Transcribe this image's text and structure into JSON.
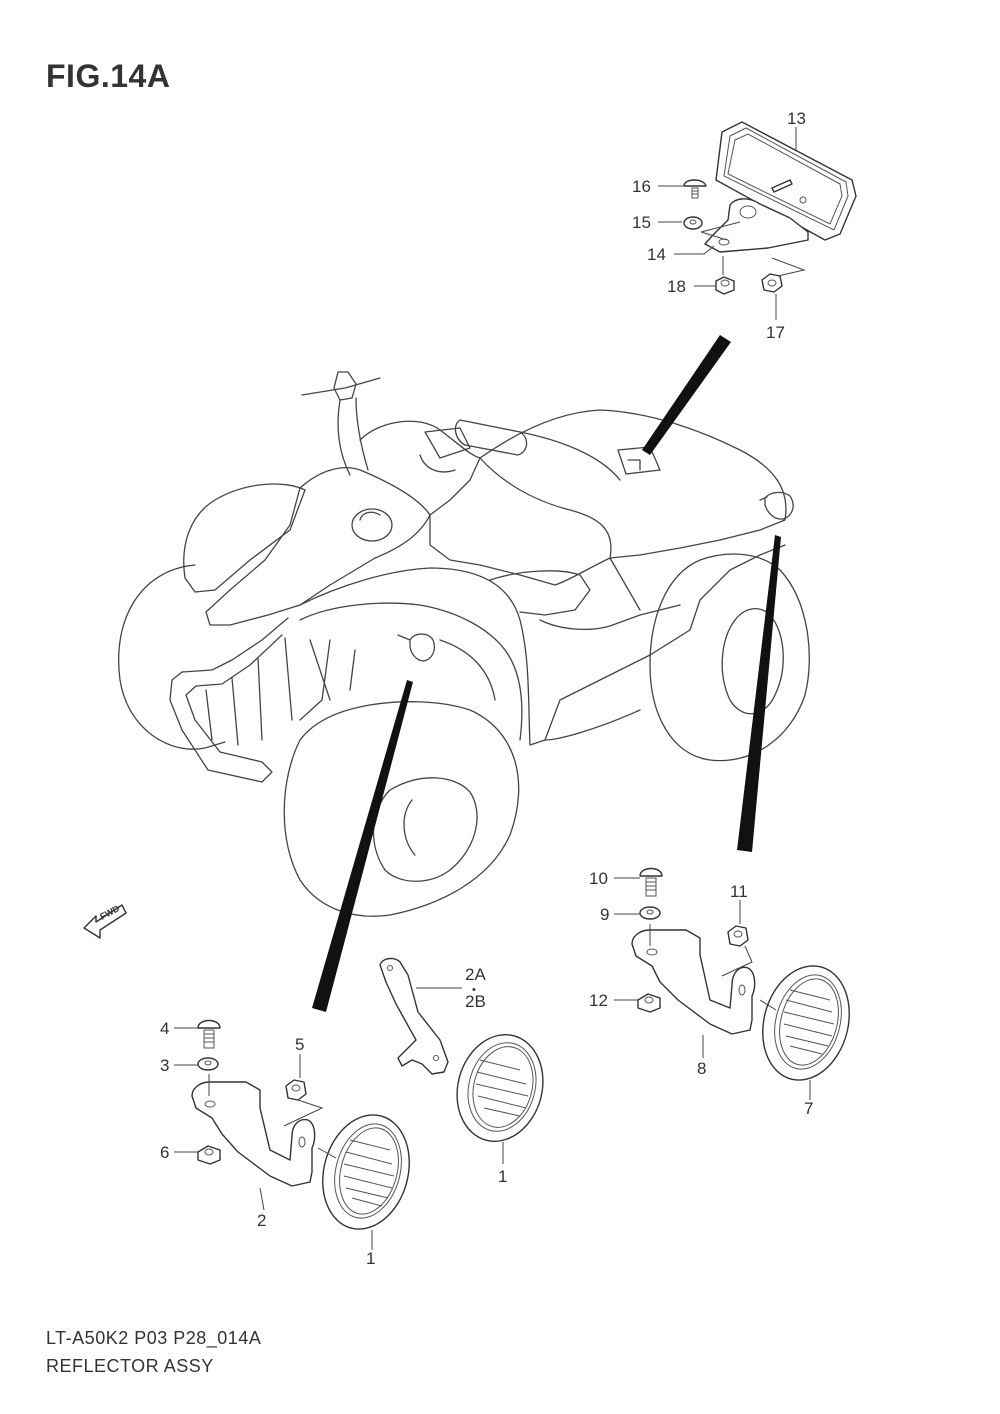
{
  "figure": {
    "title": "FIG.14A",
    "code": "LT-A50K2 P03 P28_014A",
    "name": "REFLECTOR ASSY",
    "fwd_label": "FWD"
  },
  "callouts": [
    {
      "id": "c13",
      "label": "13",
      "part": "rear license reflector"
    },
    {
      "id": "c16",
      "label": "16",
      "part": "screw"
    },
    {
      "id": "c15",
      "label": "15",
      "part": "washer"
    },
    {
      "id": "c14",
      "label": "14",
      "part": "bracket"
    },
    {
      "id": "c18",
      "label": "18",
      "part": "nut"
    },
    {
      "id": "c17",
      "label": "17",
      "part": "nut"
    },
    {
      "id": "c10",
      "label": "10",
      "part": "screw"
    },
    {
      "id": "c9",
      "label": "9",
      "part": "washer"
    },
    {
      "id": "c11",
      "label": "11",
      "part": "nut"
    },
    {
      "id": "c12",
      "label": "12",
      "part": "nut"
    },
    {
      "id": "c8",
      "label": "8",
      "part": "bracket"
    },
    {
      "id": "c7",
      "label": "7",
      "part": "reflector"
    },
    {
      "id": "c2A",
      "label": "2A",
      "part": "bracket"
    },
    {
      "id": "c2dot",
      "label": "•",
      "part": "or"
    },
    {
      "id": "c2B",
      "label": "2B",
      "part": "bracket"
    },
    {
      "id": "c1a",
      "label": "1",
      "part": "reflector"
    },
    {
      "id": "c4",
      "label": "4",
      "part": "screw"
    },
    {
      "id": "c3",
      "label": "3",
      "part": "washer"
    },
    {
      "id": "c5",
      "label": "5",
      "part": "nut"
    },
    {
      "id": "c6",
      "label": "6",
      "part": "nut"
    },
    {
      "id": "c2",
      "label": "2",
      "part": "bracket"
    },
    {
      "id": "c1b",
      "label": "1",
      "part": "reflector"
    }
  ],
  "colors": {
    "line": "#444444",
    "pointer": "#111111",
    "text": "#333333",
    "background": "#ffffff"
  }
}
